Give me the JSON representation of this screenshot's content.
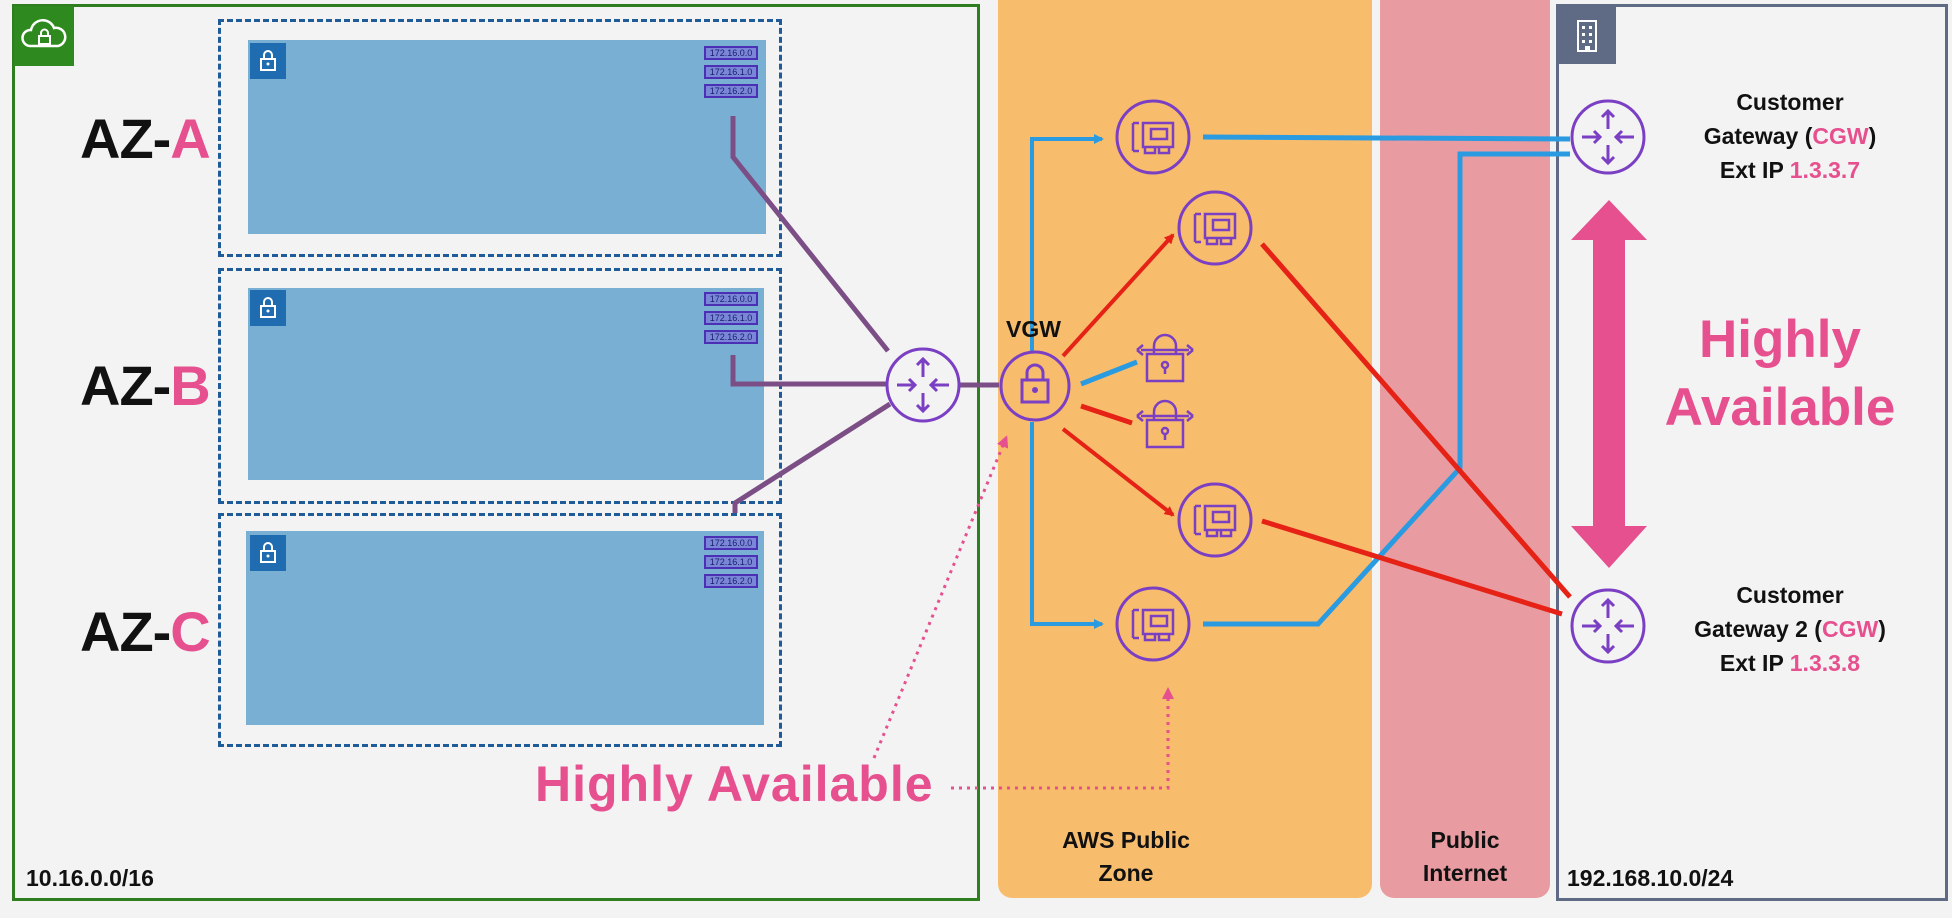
{
  "vpc": {
    "cidr": "10.16.0.0/16",
    "icon": "cloud-lock-icon"
  },
  "azs": [
    {
      "prefix": "AZ-",
      "letter": "A"
    },
    {
      "prefix": "AZ-",
      "letter": "B"
    },
    {
      "prefix": "AZ-",
      "letter": "C"
    }
  ],
  "route_table": {
    "routes": [
      "172.16.0.0",
      "172.16.1.0",
      "172.16.2.0"
    ]
  },
  "vgw": {
    "label": "VGW"
  },
  "public_zone": {
    "line1": "AWS Public",
    "line2": "Zone"
  },
  "internet": {
    "line1": "Public",
    "line2": "Internet"
  },
  "on_prem": {
    "cidr": "192.168.10.0/24",
    "icon": "building-icon"
  },
  "cgw1": {
    "line1": "Customer",
    "line2_a": "Gateway (",
    "line2_b": "CGW",
    "line2_c": ")",
    "line3_a": "Ext IP ",
    "line3_b": "1.3.3.7"
  },
  "cgw2": {
    "line1": "Customer",
    "line2_a": "Gateway 2 (",
    "line2_b": "CGW",
    "line2_c": ")",
    "line3_a": "Ext IP ",
    "line3_b": "1.3.3.8"
  },
  "annotations": {
    "ha_left": "Highly Available",
    "ha_right_1": "Highly",
    "ha_right_2": "Available"
  },
  "colors": {
    "vpc_border": "#2e7d1f",
    "public_zone": "#f8bc6d",
    "internet": "#e89ba0",
    "onprem_border": "#5f6b84",
    "subnet": "#79afd3",
    "purple": "#7b3fc4",
    "blue_link": "#2a9be0",
    "red_link": "#e52215",
    "highlight_pink": "#e6508f"
  }
}
